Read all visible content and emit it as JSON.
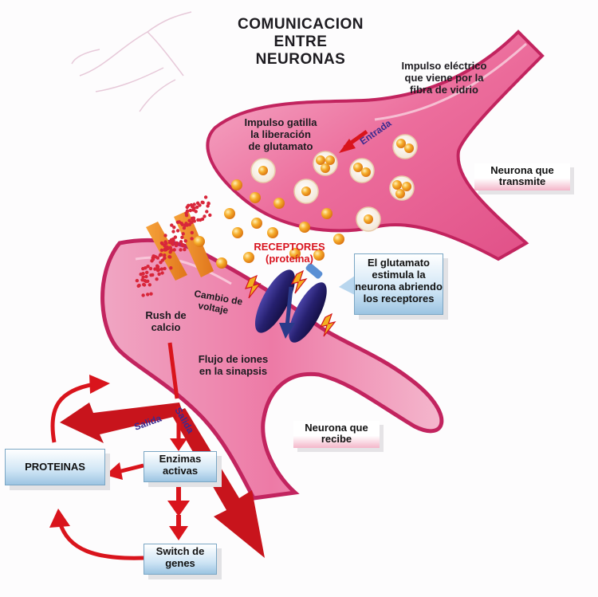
{
  "title": [
    "COMUNICACION",
    "ENTRE",
    "NEURONAS"
  ],
  "labels": {
    "impulso_electrico": [
      "Impulso eléctrico",
      "que viene por la",
      "fibra de vidrio"
    ],
    "impulso_gatilla": [
      "Impulso gatilla",
      "la liberación",
      "de glutamato"
    ],
    "entrada": "Entrada",
    "neurona_transmite": [
      "Neurona que",
      "transmite"
    ],
    "receptores": [
      "RECEPTORES",
      "(proteína)"
    ],
    "glutamato_box": [
      "El glutamato",
      "estimula la",
      "neurona abriendo",
      "los receptores"
    ],
    "cambio_voltaje": [
      "Cambio de",
      "voltaje"
    ],
    "rush_calcio": [
      "Rush de",
      "calcio"
    ],
    "flujo_iones": [
      "Flujo de iones",
      "en la sinapsis"
    ],
    "salida_1": "Salida",
    "salida_2": "Salida",
    "neurona_recibe": [
      "Neurona que",
      "recibe"
    ],
    "proteinas": "PROTEINAS",
    "enzimas": [
      "Enzimas",
      "activas"
    ],
    "switch_genes": [
      "Switch de",
      "genes"
    ]
  },
  "colors": {
    "neuron_fill": "#ec6f9e",
    "neuron_outline": "#c2245f",
    "arrow_red": "#d9141c",
    "glutamate": "#f3a11d",
    "receptor": "#2a2478",
    "calcium": "#d8263a",
    "box_blue": "#cfe5f5"
  }
}
